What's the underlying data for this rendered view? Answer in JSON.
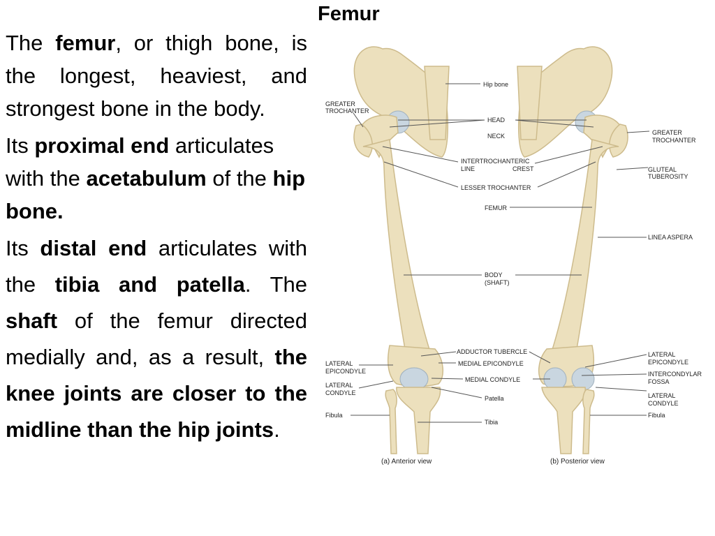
{
  "title": "Femur",
  "paragraphs": [
    {
      "id": "p1",
      "parts": [
        {
          "text": "The ",
          "bold": false
        },
        {
          "text": "femur",
          "bold": true
        },
        {
          "text": ", or thigh bone, is the longest, heaviest, and strongest bone in the body.",
          "bold": false
        }
      ]
    },
    {
      "id": "p2",
      "parts": [
        {
          "text": " Its ",
          "bold": false
        },
        {
          "text": "proximal end",
          "bold": true
        },
        {
          "text": " articulates with the ",
          "bold": false
        },
        {
          "text": "acetabulum",
          "bold": true
        },
        {
          "text": " of the ",
          "bold": false
        },
        {
          "text": "hip bone.",
          "bold": true
        }
      ]
    },
    {
      "id": "p3",
      "parts": [
        {
          "text": "Its ",
          "bold": false
        },
        {
          "text": "distal end",
          "bold": true
        },
        {
          "text": " articulates with the ",
          "bold": false
        },
        {
          "text": "tibia and patella",
          "bold": true
        },
        {
          "text": ". The ",
          "bold": false
        },
        {
          "text": "shaft",
          "bold": true
        },
        {
          "text": " of the femur directed medially and, as a result, ",
          "bold": false
        },
        {
          "text": "the knee joints are closer to the midline than the hip joints",
          "bold": true
        },
        {
          "text": ".",
          "bold": false
        }
      ]
    }
  ],
  "figure": {
    "labels": {
      "hip_bone": "Hip bone",
      "greater_trochanter_left_1": "GREATER",
      "greater_trochanter_left_2": "TROCHANTER",
      "head": "HEAD",
      "neck": "NECK",
      "greater_trochanter_right_1": "GREATER",
      "greater_trochanter_right_2": "TROCHANTER",
      "intertrochanteric_1": "INTERTROCHANTERIC",
      "intertrochanteric_line": "LINE",
      "intertrochanteric_crest": "CREST",
      "gluteal_1": "GLUTEAL",
      "gluteal_2": "TUBEROSITY",
      "lesser_trochanter": "LESSER TROCHANTER",
      "femur": "FEMUR",
      "linea_aspera": "LINEA ASPERA",
      "body_1": "BODY",
      "body_2": "(SHAFT)",
      "adductor_tubercle": "ADDUCTOR TUBERCLE",
      "medial_epicondyle": "MEDIAL EPICONDYLE",
      "medial_condyle": "MEDIAL CONDYLE",
      "lateral_epicondyle_left_1": "LATERAL",
      "lateral_epicondyle_left_2": "EPICONDYLE",
      "lateral_condyle_left_1": "LATERAL",
      "lateral_condyle_left_2": "CONDYLE",
      "patella": "Patella",
      "fibula_left": "Fibula",
      "tibia": "Tibia",
      "lateral_epicondyle_right_1": "LATERAL",
      "lateral_epicondyle_right_2": "EPICONDYLE",
      "intercondylar_1": "INTERCONDYLAR",
      "intercondylar_2": "FOSSA",
      "lateral_condyle_right_1": "LATERAL",
      "lateral_condyle_right_2": "CONDYLE",
      "fibula_right": "Fibula"
    },
    "captions": {
      "anterior": "(a) Anterior view",
      "posterior": "(b) Posterior view"
    },
    "colors": {
      "bone": "#ece0bd",
      "bone_shadow": "#cdbb8c",
      "cartilage": "#c9d6e0",
      "leader_line": "#555555"
    }
  }
}
